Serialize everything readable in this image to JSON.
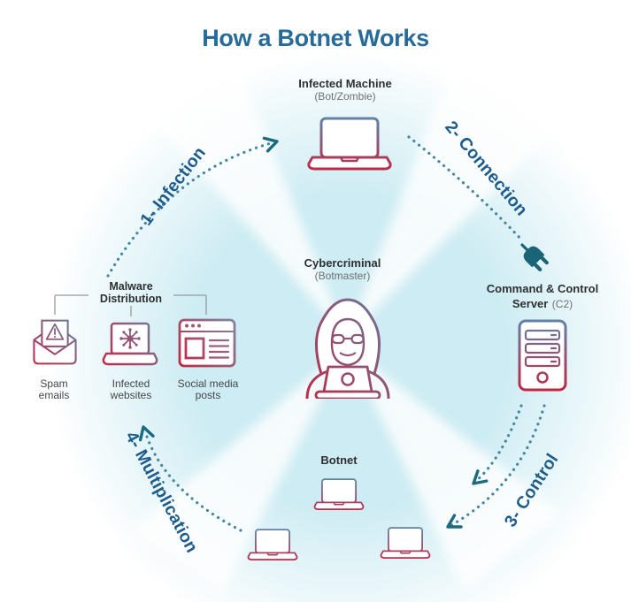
{
  "title": "How a Botnet Works",
  "colors": {
    "title_blue": "#266b9a",
    "step_label_blue": "#1e5c8c",
    "dotted_arc_teal": "#4487a0",
    "arrow_teal": "#1b6a80",
    "plug_teal": "#1a6478",
    "icon_gradient_blue": "#5b87a8",
    "icon_gradient_red": "#c52240",
    "background_circle_cyan": "#cdecf3",
    "text_dark": "#2e2f31",
    "text_gray": "#6f7174"
  },
  "steps": [
    {
      "label": "1- Infection"
    },
    {
      "label": "2- Connection"
    },
    {
      "label": "3- Control"
    },
    {
      "label": "4- Multiplication"
    }
  ],
  "nodes": {
    "infected_machine": {
      "title": "Infected Machine",
      "subtitle": "(Bot/Zombie)"
    },
    "cybercriminal": {
      "title": "Cybercriminal",
      "subtitle": "(Botmaster)"
    },
    "c2_server": {
      "title_line1": "Command & Control",
      "title_line2": "Server",
      "subtitle": "(C2)"
    },
    "botnet": {
      "title": "Botnet"
    },
    "malware_distribution": {
      "title_line1": "Malware",
      "title_line2": "Distribution",
      "items": [
        {
          "label_line1": "Spam",
          "label_line2": "emails"
        },
        {
          "label_line1": "Infected",
          "label_line2": "websites"
        },
        {
          "label_line1": "Social media",
          "label_line2": "posts"
        }
      ]
    }
  }
}
